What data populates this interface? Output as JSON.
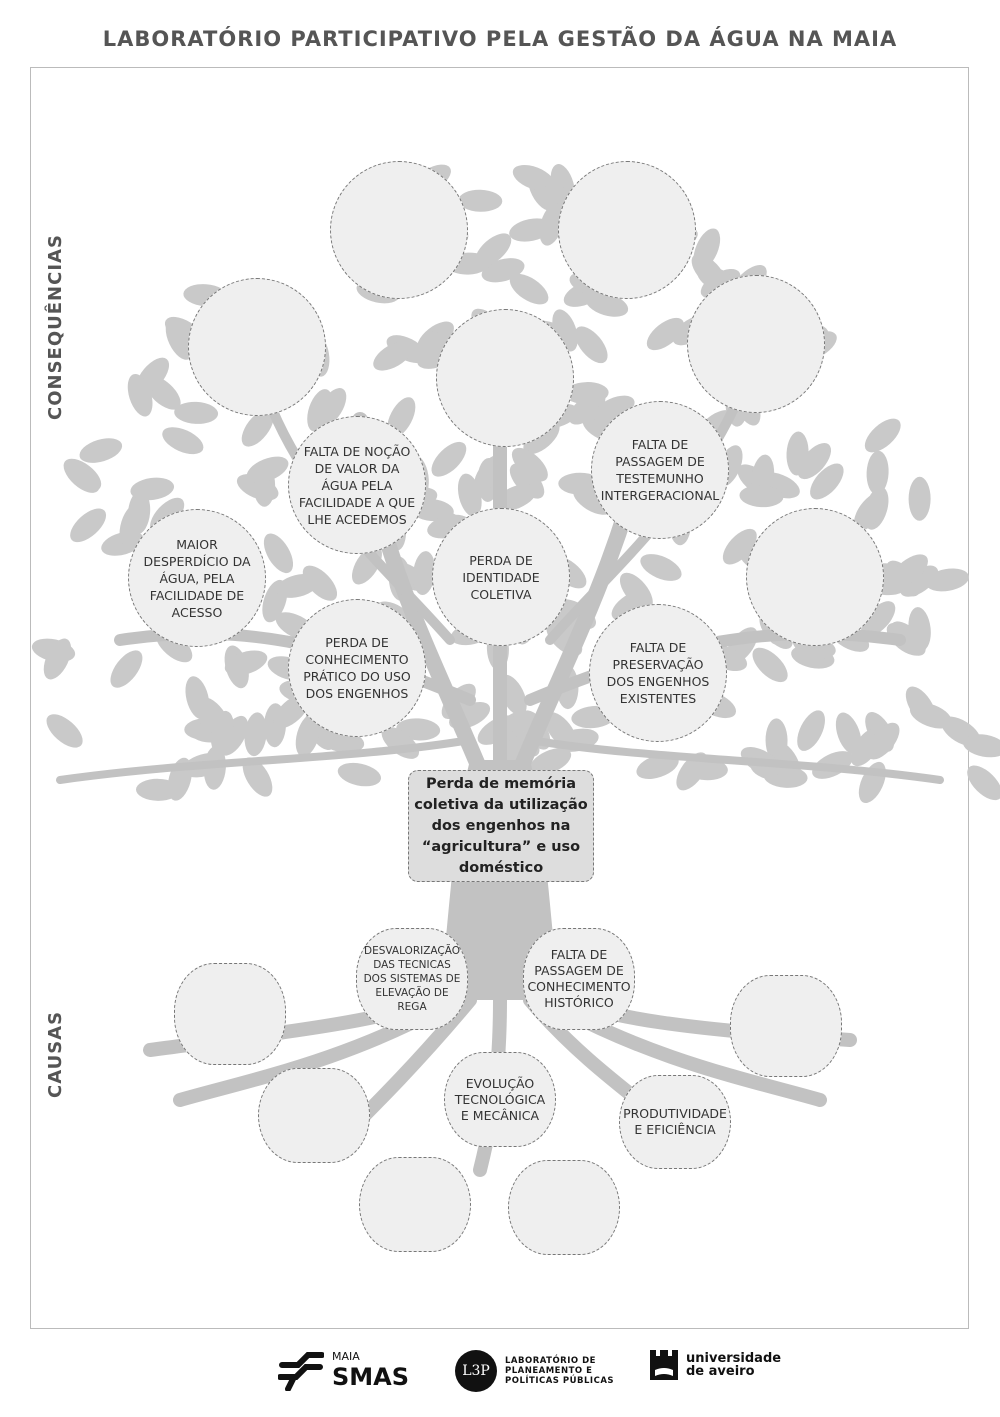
{
  "title": "LABORATÓRIO PARTICIPATIVO PELA GESTÃO DA ÁGUA NA MAIA",
  "side_labels": {
    "top": "CONSEQUÊNCIAS",
    "bottom": "CAUSAS"
  },
  "core_problem": "Perda de memória coletiva da utilização dos engenhos na “agricultura” e uso doméstico",
  "consequences": [
    "",
    "",
    "",
    "",
    "",
    "FALTA DE NOÇÃO DE VALOR DA ÁGUA PELA FACILIDADE A QUE LHE ACEDEMOS",
    "FALTA DE PASSAGEM DE TESTEMUNHO INTERGERACIONAL",
    "MAIOR DESPERDÍCIO DA ÁGUA, PELA FACILIDADE DE ACESSO",
    "PERDA DE IDENTIDADE COLETIVA",
    "",
    "PERDA DE CONHECIMENTO PRÁTICO DO USO DOS ENGENHOS",
    "FALTA DE PRESERVAÇÃO DOS ENGENHOS EXISTENTES"
  ],
  "causes": [
    "",
    "DESVALORIZAÇÃO DAS TECNICAS DOS SISTEMAS DE ELEVAÇÃO DE REGA",
    "FALTA DE PASSAGEM DE CONHECIMENTO HISTÓRICO",
    "",
    "",
    "EVOLUÇÃO TECNOLÓGICA E MECÂNICA",
    "PRODUTIVIDADE E EFICIÊNCIA",
    "",
    ""
  ],
  "logos": {
    "smas_small": "MAIA",
    "smas": "SMAS",
    "l3p_mark": "L3P",
    "l3p_text": [
      "LABORATÓRIO DE",
      "PLANEAMENTO E",
      "POLÍTICAS PÚBLICAS"
    ],
    "ua_text": [
      "universidade",
      "de aveiro"
    ]
  },
  "colors": {
    "tree": "#c4c4c4",
    "node_fill": "#efefef",
    "core_fill": "#dddddd",
    "text": "#555555"
  }
}
